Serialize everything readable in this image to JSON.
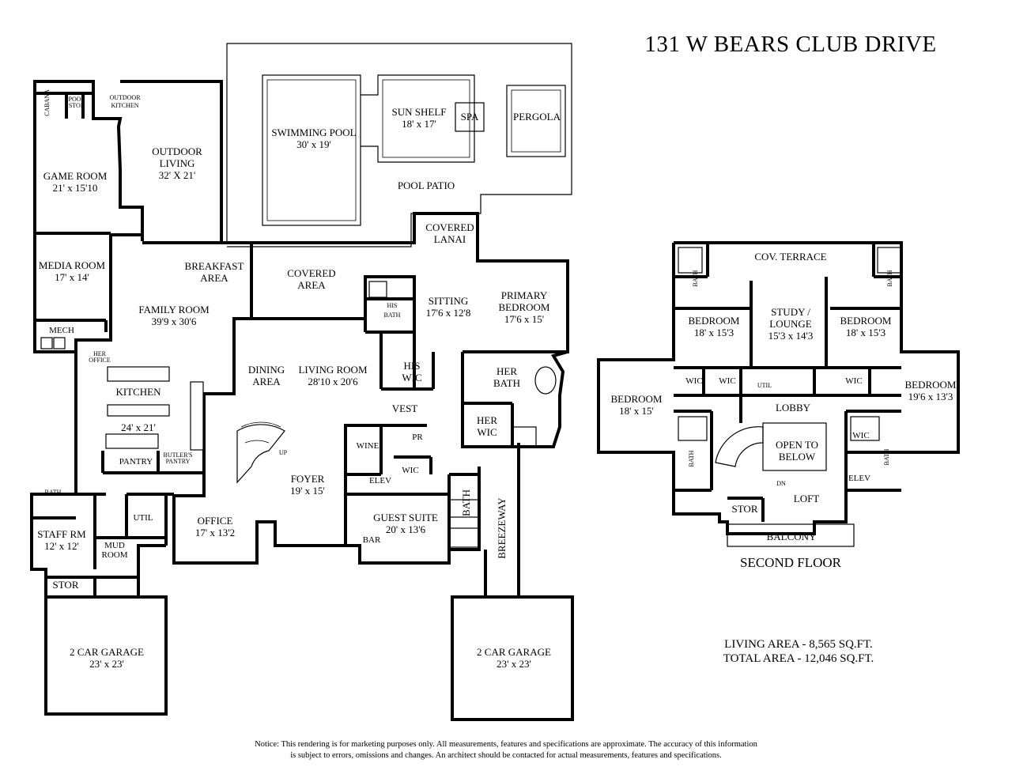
{
  "title": "131 W BEARS CLUB DRIVE",
  "second_floor_caption": "SECOND FLOOR",
  "areas": {
    "living": "LIVING AREA - 8,565 SQ.FT.",
    "total": "TOTAL AREA - 12,046 SQ.FT."
  },
  "notice": {
    "line1": "Notice: This rendering is for marketing purposes only. All measurements, features and specifications are approximate. The accuracy of this information",
    "line2": "is subject to errors, omissions and changes. An architect should be contacted for actual measurements, features and specifications."
  },
  "first_floor": {
    "cabana": "CABANA",
    "pool_stor": [
      "POOL",
      "STOR"
    ],
    "outdoor_kitchen": [
      "OUTDOOR",
      "KITCHEN"
    ],
    "game_room": [
      "GAME ROOM",
      "21' x 15'10"
    ],
    "outdoor_living": [
      "OUTDOOR",
      "LIVING",
      "32' X 21'"
    ],
    "swimming_pool": [
      "SWIMMING POOL",
      "30' x 19'"
    ],
    "sun_shelf": [
      "SUN SHELF",
      "18' x 17'"
    ],
    "spa": "SPA",
    "pergola": "PERGOLA",
    "pool_patio": "POOL PATIO",
    "covered_lanai": [
      "COVERED",
      "LANAI"
    ],
    "media_room": [
      "MEDIA ROOM",
      "17' x 14'"
    ],
    "breakfast_area": [
      "BREAKFAST",
      "AREA"
    ],
    "covered_area": [
      "COVERED",
      "AREA"
    ],
    "family_room": [
      "FAMILY ROOM",
      "39'9 x 30'6"
    ],
    "mech": "MECH",
    "her_office": [
      "HER",
      "OFFICE"
    ],
    "kitchen": [
      "KITCHEN",
      "24' x 21'"
    ],
    "pantry": "PANTRY",
    "butlers_pantry": [
      "BUTLER'S",
      "PANTRY"
    ],
    "dining_area": [
      "DINING",
      "AREA"
    ],
    "living_room": [
      "LIVING ROOM",
      "28'10  x 20'6"
    ],
    "his_bath": [
      "HIS",
      "BATH"
    ],
    "his_wic": [
      "HIS",
      "WIC"
    ],
    "sitting": [
      "SITTING",
      "17'6 x 12'8"
    ],
    "primary_bedroom": [
      "PRIMARY",
      "BEDROOM",
      "17'6 x 15'"
    ],
    "her_bath": [
      "HER",
      "BATH"
    ],
    "her_wic": [
      "HER",
      "WIC"
    ],
    "vest": "VEST",
    "wine": "WINE",
    "pr": "PR",
    "wic": "WIC",
    "elev": "ELEV",
    "foyer": [
      "FOYER",
      "19' x 15'"
    ],
    "guest_suite": [
      "GUEST SUITE",
      "20' x 13'6"
    ],
    "bar": "BAR",
    "bath_guest": "BATH",
    "breezeway": "BREEZEWAY",
    "office": [
      "OFFICE",
      "17' x 13'2"
    ],
    "staff_bath": "BATH",
    "staff_rm": [
      "STAFF RM",
      "12' x 12'"
    ],
    "mud_room": [
      "MUD",
      "ROOM"
    ],
    "util": "UTIL",
    "stor": "STOR",
    "garage_left": [
      "2 CAR GARAGE",
      "23' x 23'"
    ],
    "garage_right": [
      "2 CAR GARAGE",
      "23' x 23'"
    ],
    "up": "UP"
  },
  "second_floor": {
    "cov_terrace": "COV. TERRACE",
    "bath_left": "BATH",
    "bath_right": "BATH",
    "bedroom_1": [
      "BEDROOM",
      "18' x 15'3"
    ],
    "study_lounge": [
      "STUDY /",
      "LOUNGE",
      "15'3 x 14'3"
    ],
    "bedroom_2": [
      "BEDROOM",
      "18' x 15'3"
    ],
    "bedroom_3": [
      "BEDROOM",
      "18' x 15'"
    ],
    "bedroom_4": [
      "BEDROOM",
      "19'6 x 13'3"
    ],
    "wic_a": "WIC",
    "wic_b": "WIC",
    "util": "UTIL",
    "wic_c": "WIC",
    "lobby": "LOBBY",
    "bath_lower_left": "BATH",
    "open_to_below": [
      "OPEN TO",
      "BELOW"
    ],
    "wic_d": "WIC",
    "bath_lower_right": "BATH",
    "elev": "ELEV",
    "stor": "STOR",
    "loft": "LOFT",
    "dn": "DN",
    "balcony": "BALCONY"
  }
}
